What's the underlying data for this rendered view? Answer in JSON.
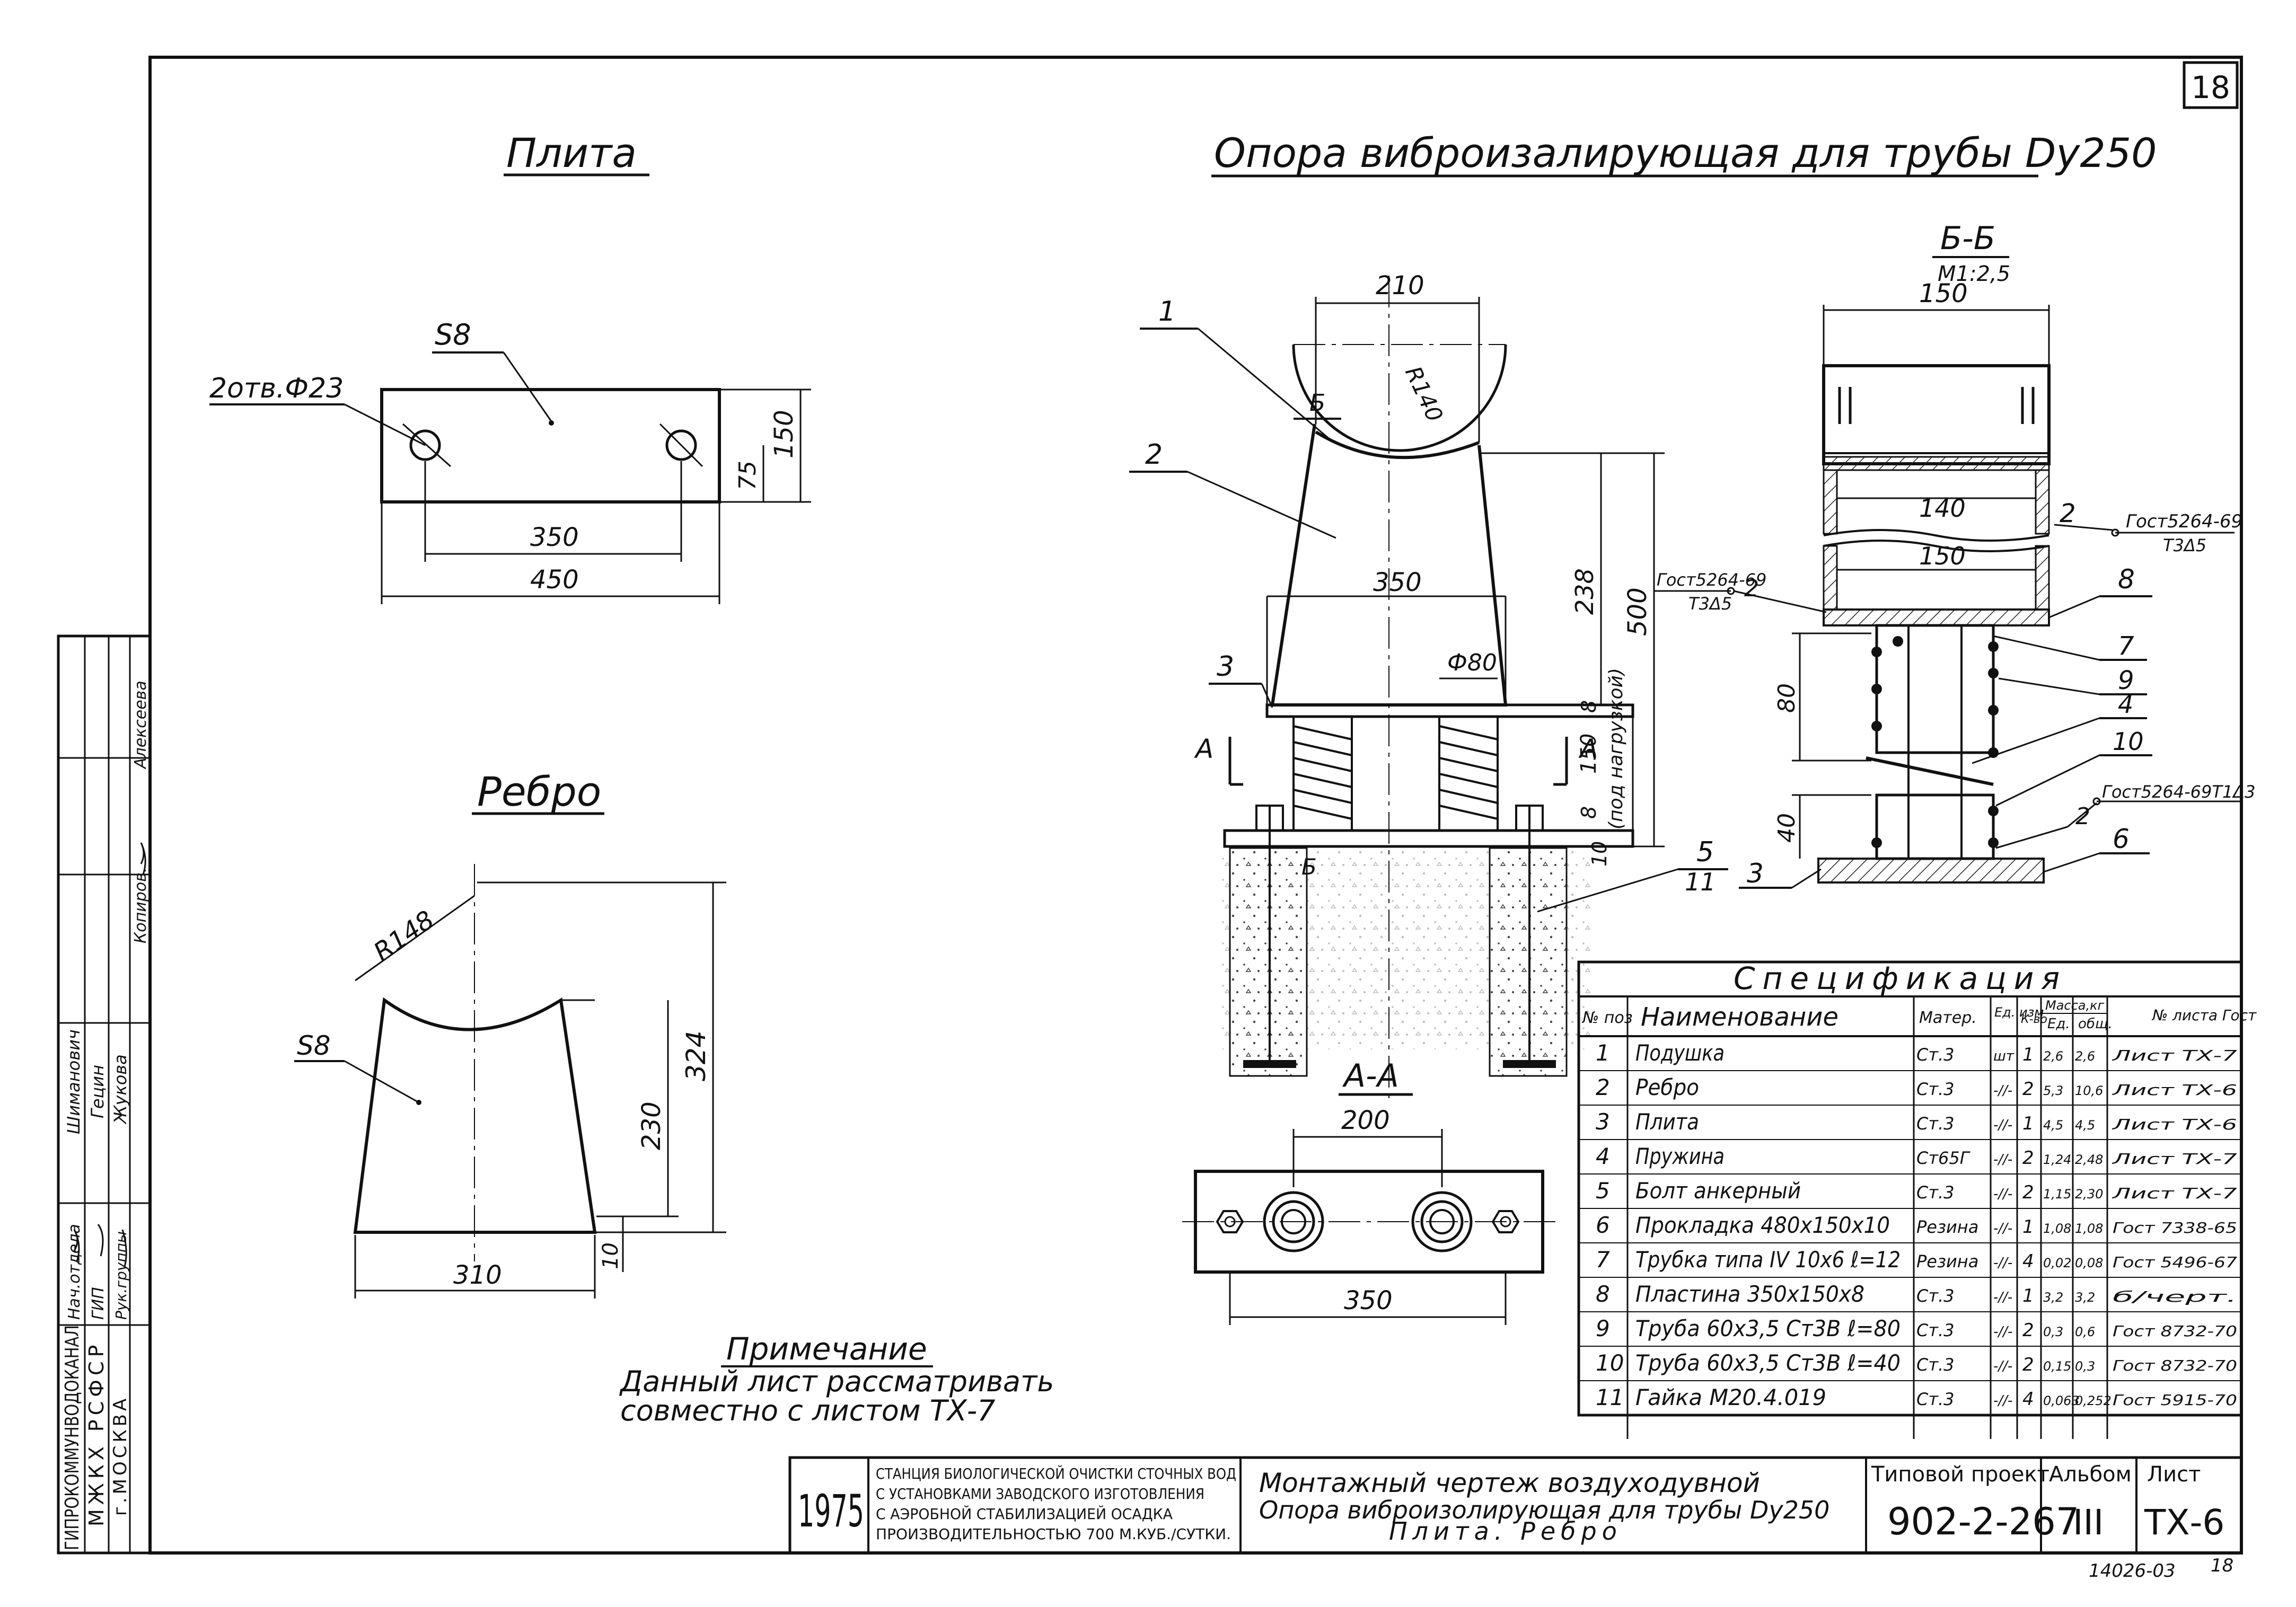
{
  "sheet": {
    "number": "18",
    "footer_code": "14026-03",
    "footer_page": "18"
  },
  "titles": {
    "plate": "Плита",
    "support": "Опора виброизалирующая для трубы Dу250",
    "rib": "Ребро",
    "section_bb": "Б-Б",
    "section_bb_scale": "М1:2,5",
    "section_aa": "А-А"
  },
  "plate_view": {
    "s_label": "S8",
    "holes_label": "2отв.Ф23",
    "dims": {
      "height": "150",
      "half_height": "75",
      "hole_spacing": "350",
      "length": "450"
    }
  },
  "rib_view": {
    "s_label": "S8",
    "radius": "R148",
    "dims": {
      "overall_height": "324",
      "body_height": "230",
      "base_gap": "10",
      "base_width": "310"
    }
  },
  "support_view": {
    "dims": {
      "top_width": "210",
      "radius": "R140",
      "mid_width": "350",
      "spring_dia": "Ф80",
      "height_total": "500",
      "height_rib": "238",
      "plate1": "8",
      "spring_height": "150",
      "spring_note": "(под нагрузкой)",
      "plate2": "8",
      "base": "10",
      "aa_spacing": "200",
      "aa_width": "350"
    },
    "section_marks": {
      "b": "Б",
      "a": "А"
    },
    "callouts": [
      "1",
      "2",
      "3",
      "5",
      "11"
    ]
  },
  "section_bb_view": {
    "dims": {
      "width_top": "150",
      "inner": "140",
      "width2": "150",
      "dim80": "80",
      "dim40": "40"
    },
    "welds": {
      "w1": "Гост5264-69",
      "w1b": "Т3Δ5",
      "w2": "Гост5264-69",
      "w2b": "Т3Δ5",
      "w3": "Гост5264-69Т1Δ3"
    },
    "callouts": [
      "2",
      "2",
      "8",
      "7",
      "9",
      "4",
      "10",
      "2",
      "6",
      "3"
    ]
  },
  "note": {
    "title": "Примечание",
    "line1": "Данный лист рассматривать",
    "line2": "совместно с листом ТХ-7"
  },
  "spec": {
    "title": "Спецификация",
    "headers": {
      "pos": "№ поз",
      "name": "Наименование",
      "mat": "Матер.",
      "unit": "Ед. изм",
      "qty": "К-во",
      "mass": "Масса,кг",
      "mass_unit": "Ед.",
      "mass_total": "общ.",
      "sheet": "№ листа Гост"
    },
    "rows": [
      {
        "pos": "1",
        "name": "Подушка",
        "mat": "Ст.3",
        "unit": "шт",
        "qty": "1",
        "m1": "2,6",
        "m2": "2,6",
        "ref": "Лист ТХ-7"
      },
      {
        "pos": "2",
        "name": "Ребро",
        "mat": "Ст.3",
        "unit": "-//-",
        "qty": "2",
        "m1": "5,3",
        "m2": "10,6",
        "ref": "Лист ТХ-6"
      },
      {
        "pos": "3",
        "name": "Плита",
        "mat": "Ст.3",
        "unit": "-//-",
        "qty": "1",
        "m1": "4,5",
        "m2": "4,5",
        "ref": "Лист ТХ-6"
      },
      {
        "pos": "4",
        "name": "Пружина",
        "mat": "Ст65Г",
        "unit": "-//-",
        "qty": "2",
        "m1": "1,24",
        "m2": "2,48",
        "ref": "Лист ТХ-7"
      },
      {
        "pos": "5",
        "name": "Болт анкерный",
        "mat": "Ст.3",
        "unit": "-//-",
        "qty": "2",
        "m1": "1,15",
        "m2": "2,30",
        "ref": "Лист ТХ-7"
      },
      {
        "pos": "6",
        "name": "Прокладка 480х150х10",
        "mat": "Резина",
        "unit": "-//-",
        "qty": "1",
        "m1": "1,08",
        "m2": "1,08",
        "ref": "Гост 7338-65"
      },
      {
        "pos": "7",
        "name": "Трубка типа IV 10х6 ℓ=12",
        "mat": "Резина",
        "unit": "-//-",
        "qty": "4",
        "m1": "0,02",
        "m2": "0,08",
        "ref": "Гост 5496-67"
      },
      {
        "pos": "8",
        "name": "Пластина 350х150х8",
        "mat": "Ст.3",
        "unit": "-//-",
        "qty": "1",
        "m1": "3,2",
        "m2": "3,2",
        "ref": "б/черт."
      },
      {
        "pos": "9",
        "name": "Труба 60х3,5 Ст3В ℓ=80",
        "mat": "Ст.3",
        "unit": "-//-",
        "qty": "2",
        "m1": "0,3",
        "m2": "0,6",
        "ref": "Гост 8732-70"
      },
      {
        "pos": "10",
        "name": "Труба 60х3,5 Ст3В ℓ=40",
        "mat": "Ст.3",
        "unit": "-//-",
        "qty": "2",
        "m1": "0,15",
        "m2": "0,3",
        "ref": "Гост 8732-70"
      },
      {
        "pos": "11",
        "name": "Гайка М20.4.019",
        "mat": "Ст.3",
        "unit": "-//-",
        "qty": "4",
        "m1": "0,063",
        "m2": "0,252",
        "ref": "Гост 5915-70"
      }
    ]
  },
  "title_block": {
    "year": "1975",
    "station": [
      "СТАНЦИЯ БИОЛОГИЧЕСКОЙ ОЧИСТКИ СТОЧНЫХ ВОД",
      "С УСТАНОВКАМИ ЗАВОДСКОГО ИЗГОТОВЛЕНИЯ",
      "С АЭРОБНОЙ СТАБИЛИЗАЦИЕЙ ОСАДКА",
      "ПРОИЗВОДИТЕЛЬНОСТЬЮ 700 М.КУБ./СУТКИ."
    ],
    "drawing": [
      "Монтажный чертеж воздуходувной",
      "Опора виброизолирующая для трубы Dу250",
      "Плита. Ребро"
    ],
    "project_label": "Типовой проект",
    "project_no": "902-2-267",
    "album_label": "Альбом",
    "album_no": "III",
    "sheet_label": "Лист",
    "sheet_no": "ТХ-6"
  },
  "side_stamp": {
    "org1": "ГИПРОКОММУНВОДОКАНАЛ",
    "org2": "МЖКХ РСФСР",
    "org3": "г.МОСКВА",
    "roles": [
      "Нач.отдела",
      "ГИП",
      "Рук.группы"
    ],
    "names": [
      "Шиманович",
      "Гецин",
      "Жукова"
    ],
    "top_role": "Копиров.",
    "top_name": "Алексеева"
  }
}
